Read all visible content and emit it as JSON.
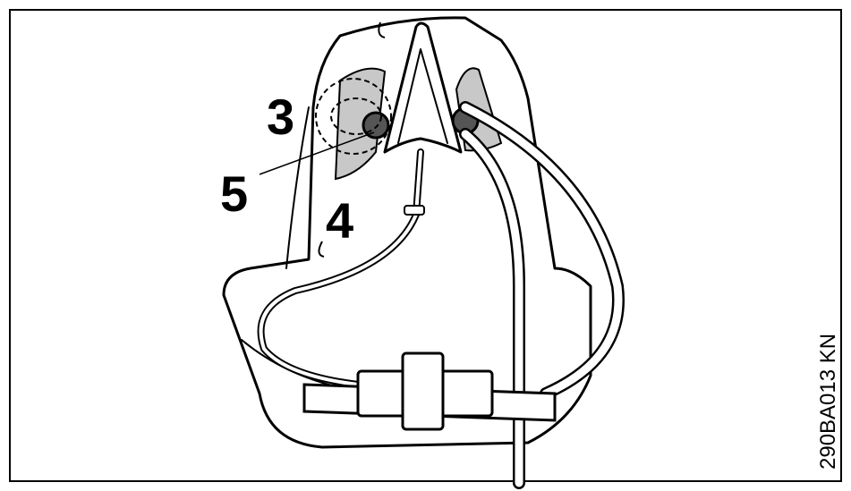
{
  "callouts": {
    "c3": "3",
    "c5": "5",
    "c4": "4"
  },
  "figure_code": "290BA013 KN",
  "colors": {
    "line": "#000000",
    "shade": "#c8c8c8",
    "background": "#ffffff"
  }
}
